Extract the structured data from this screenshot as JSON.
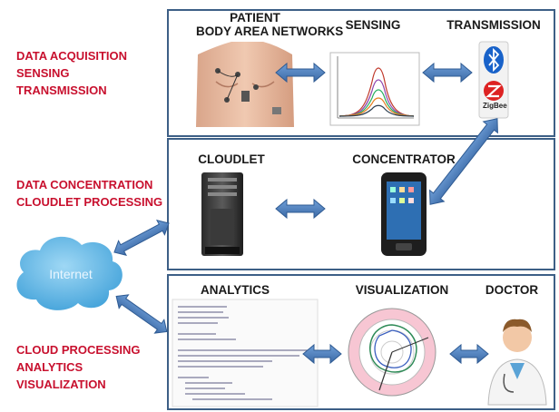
{
  "left_labels": {
    "acquisition": [
      "DATA ACQUISITION",
      "SENSING",
      "TRANSMISSION"
    ],
    "concentration": [
      "DATA CONCENTRATION",
      "CLOUDLET PROCESSING"
    ],
    "cloud": [
      "CLOUD PROCESSING",
      "ANALYTICS",
      "VISUALIZATION"
    ]
  },
  "top_panel": {
    "patient_title_1": "PATIENT",
    "patient_title_2": "BODY AREA NETWORKS",
    "sensing_title": "SENSING",
    "transmission_title": "TRANSMISSION",
    "zigbee_label": "ZigBee"
  },
  "middle_panel": {
    "cloudlet_title": "CLOUDLET",
    "concentrator_title": "CONCENTRATOR"
  },
  "bottom_panel": {
    "analytics_title": "ANALYTICS",
    "visualization_title": "VISUALIZATION",
    "doctor_title": "DOCTOR"
  },
  "cloud": {
    "label": "Internet"
  },
  "colors": {
    "red_label": "#c8102e",
    "panel_border": "#3d5f86",
    "arrow_fill": "#4a7bb7",
    "cloud": "#5fb6e6"
  }
}
